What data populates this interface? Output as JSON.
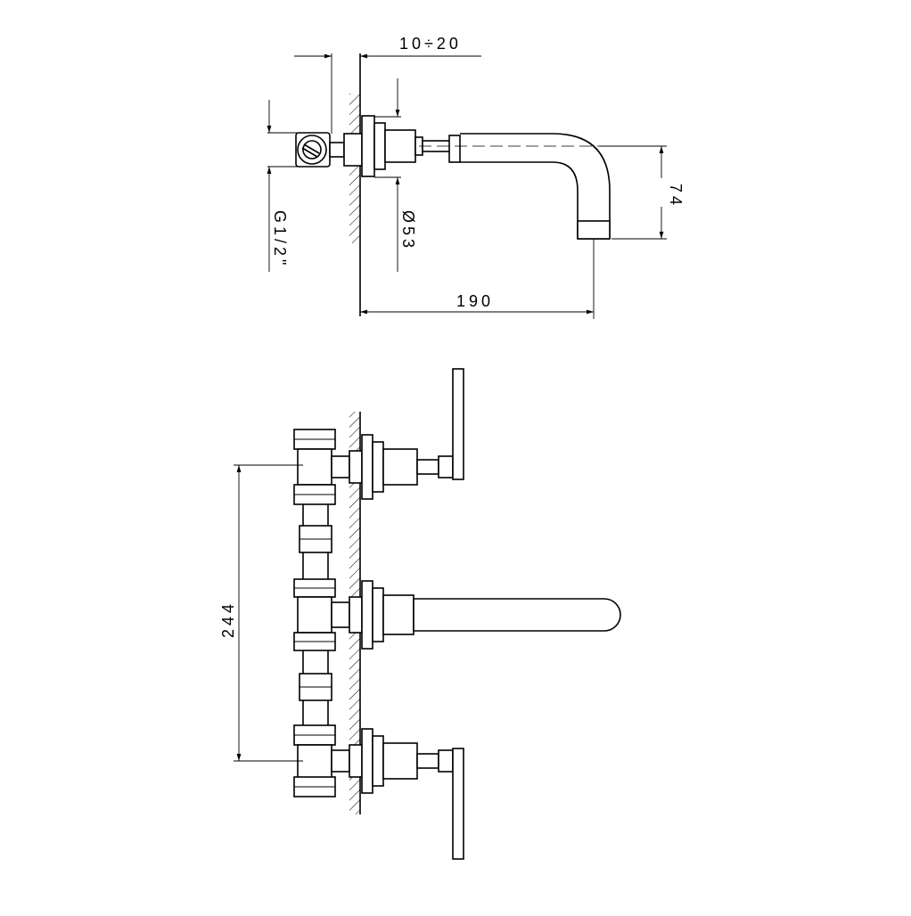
{
  "drawing": {
    "title": "",
    "colors": {
      "stroke": "#000000",
      "background": "#ffffff"
    },
    "dimensions": {
      "wall_thickness_range": "10÷20",
      "pipe_thread": "G1/2\"",
      "flange_diameter": "Ø53",
      "spout_height": "74",
      "spout_projection": "190",
      "handle_center_distance": "244"
    }
  }
}
